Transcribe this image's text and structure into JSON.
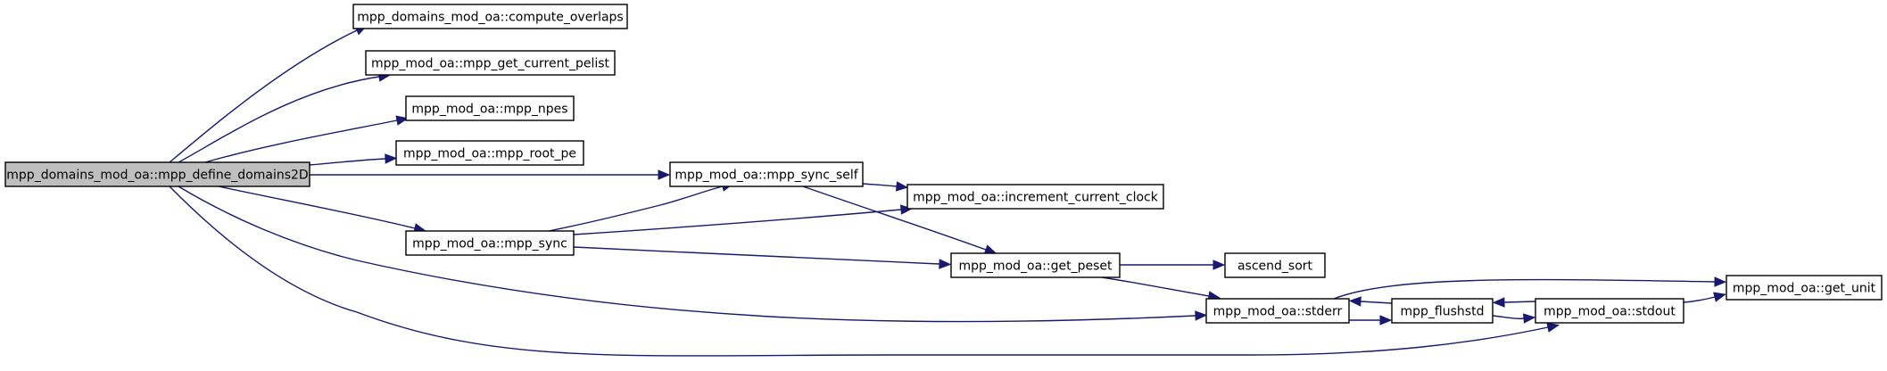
{
  "diagram": {
    "type": "call-graph",
    "root": "mpp_domains_mod_oa::mpp_define_domains2D",
    "nodes": [
      {
        "id": "define2d",
        "label": "mpp_domains_mod_oa::mpp_define_domains2D",
        "root": true
      },
      {
        "id": "compute_overlaps",
        "label": "mpp_domains_mod_oa::compute_overlaps"
      },
      {
        "id": "get_current_pelist",
        "label": "mpp_mod_oa::mpp_get_current_pelist"
      },
      {
        "id": "npes",
        "label": "mpp_mod_oa::mpp_npes"
      },
      {
        "id": "root_pe",
        "label": "mpp_mod_oa::mpp_root_pe"
      },
      {
        "id": "sync_self",
        "label": "mpp_mod_oa::mpp_sync_self"
      },
      {
        "id": "increment_clock",
        "label": "mpp_mod_oa::increment_current_clock"
      },
      {
        "id": "sync",
        "label": "mpp_mod_oa::mpp_sync"
      },
      {
        "id": "get_peset",
        "label": "mpp_mod_oa::get_peset"
      },
      {
        "id": "ascend_sort",
        "label": "ascend_sort"
      },
      {
        "id": "stderr",
        "label": "mpp_mod_oa::stderr"
      },
      {
        "id": "flushstd",
        "label": "mpp_flushstd"
      },
      {
        "id": "stdout",
        "label": "mpp_mod_oa::stdout"
      },
      {
        "id": "get_unit",
        "label": "mpp_mod_oa::get_unit"
      }
    ],
    "edges": [
      {
        "from": "define2d",
        "to": "compute_overlaps"
      },
      {
        "from": "define2d",
        "to": "get_current_pelist"
      },
      {
        "from": "define2d",
        "to": "npes"
      },
      {
        "from": "define2d",
        "to": "root_pe"
      },
      {
        "from": "define2d",
        "to": "sync_self"
      },
      {
        "from": "define2d",
        "to": "sync"
      },
      {
        "from": "define2d",
        "to": "stderr"
      },
      {
        "from": "define2d",
        "to": "stdout"
      },
      {
        "from": "sync_self",
        "to": "increment_clock"
      },
      {
        "from": "sync_self",
        "to": "get_peset"
      },
      {
        "from": "sync",
        "to": "sync_self"
      },
      {
        "from": "sync",
        "to": "increment_clock"
      },
      {
        "from": "sync",
        "to": "get_peset"
      },
      {
        "from": "get_peset",
        "to": "ascend_sort"
      },
      {
        "from": "get_peset",
        "to": "stderr"
      },
      {
        "from": "stderr",
        "to": "get_unit"
      },
      {
        "from": "stderr",
        "to": "flushstd"
      },
      {
        "from": "flushstd",
        "to": "stderr"
      },
      {
        "from": "flushstd",
        "to": "stdout"
      },
      {
        "from": "stdout",
        "to": "flushstd"
      },
      {
        "from": "stdout",
        "to": "get_unit"
      }
    ]
  }
}
